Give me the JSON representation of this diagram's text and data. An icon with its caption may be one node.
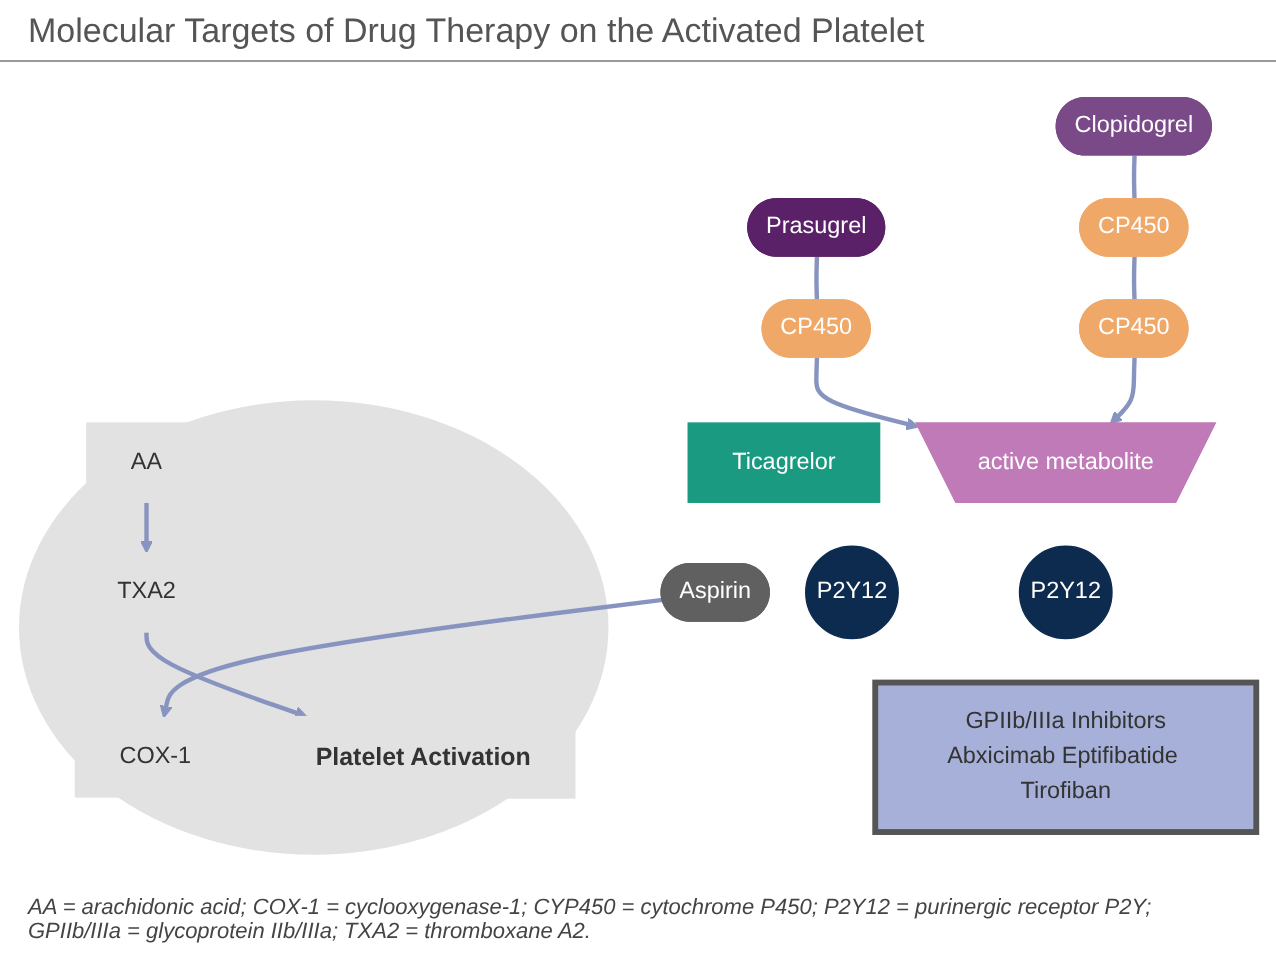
{
  "diagram": {
    "title": "Molecular Targets of Drug Therapy on the Activated Platelet",
    "nodes": [
      {
        "text": [
          "Prasugrel"
        ]
      },
      {
        "text": [
          "Clopidogrel"
        ]
      },
      {
        "text": [
          "CP450"
        ]
      },
      {
        "text": [
          "CP450"
        ]
      },
      {
        "text": [
          "CP450"
        ]
      },
      {
        "text": [
          "active metabolite"
        ]
      },
      {
        "text": [
          "Ticagrelor"
        ]
      },
      {
        "text": [
          "P2Y12"
        ]
      },
      {
        "text": [
          "P2Y12"
        ]
      },
      {
        "text": [],
        "shape": "ellipse"
      },
      {
        "text": [
          "Platelet Activation"
        ],
        "in": 9
      },
      {
        "text": [
          "AA"
        ],
        "in": 9
      },
      {
        "text": [
          "TXA2"
        ],
        "in": 9
      },
      {
        "text": [
          "COX-1"
        ],
        "in": 9
      },
      {
        "text": [
          "Aspirin"
        ]
      },
      {
        "text": [
          "GPIIb/IIIa Inhibitors",
          "Abxicimab Eptifibatide Tirofiban"
        ]
      }
    ],
    "edges": [
      {
        "from": 0,
        "to": 2,
        "arrow": "none"
      },
      {
        "from": 2,
        "to": 5,
        "arrow": "to"
      },
      {
        "from": 1,
        "to": 3,
        "arrow": "none"
      },
      {
        "from": 3,
        "to": 4,
        "arrow": "none"
      },
      {
        "from": 4,
        "to": 5,
        "arrow": "to"
      },
      {
        "from": 11,
        "to": 12,
        "arrow": "to"
      },
      {
        "from": 12,
        "to": 10,
        "arrow": "to"
      },
      {
        "from": 14,
        "to": 13,
        "arrow": "to"
      }
    ],
    "caption": "AA = arachidonic acid; COX-1 = cyclooxygenase-1; CYP450 = cytochrome P450; P2Y12 = purinergic receptor P2Y; GPIIb/IIIa = glycoprotein IIb/IIIa; TXA2 = thromboxane A2."
  }
}
